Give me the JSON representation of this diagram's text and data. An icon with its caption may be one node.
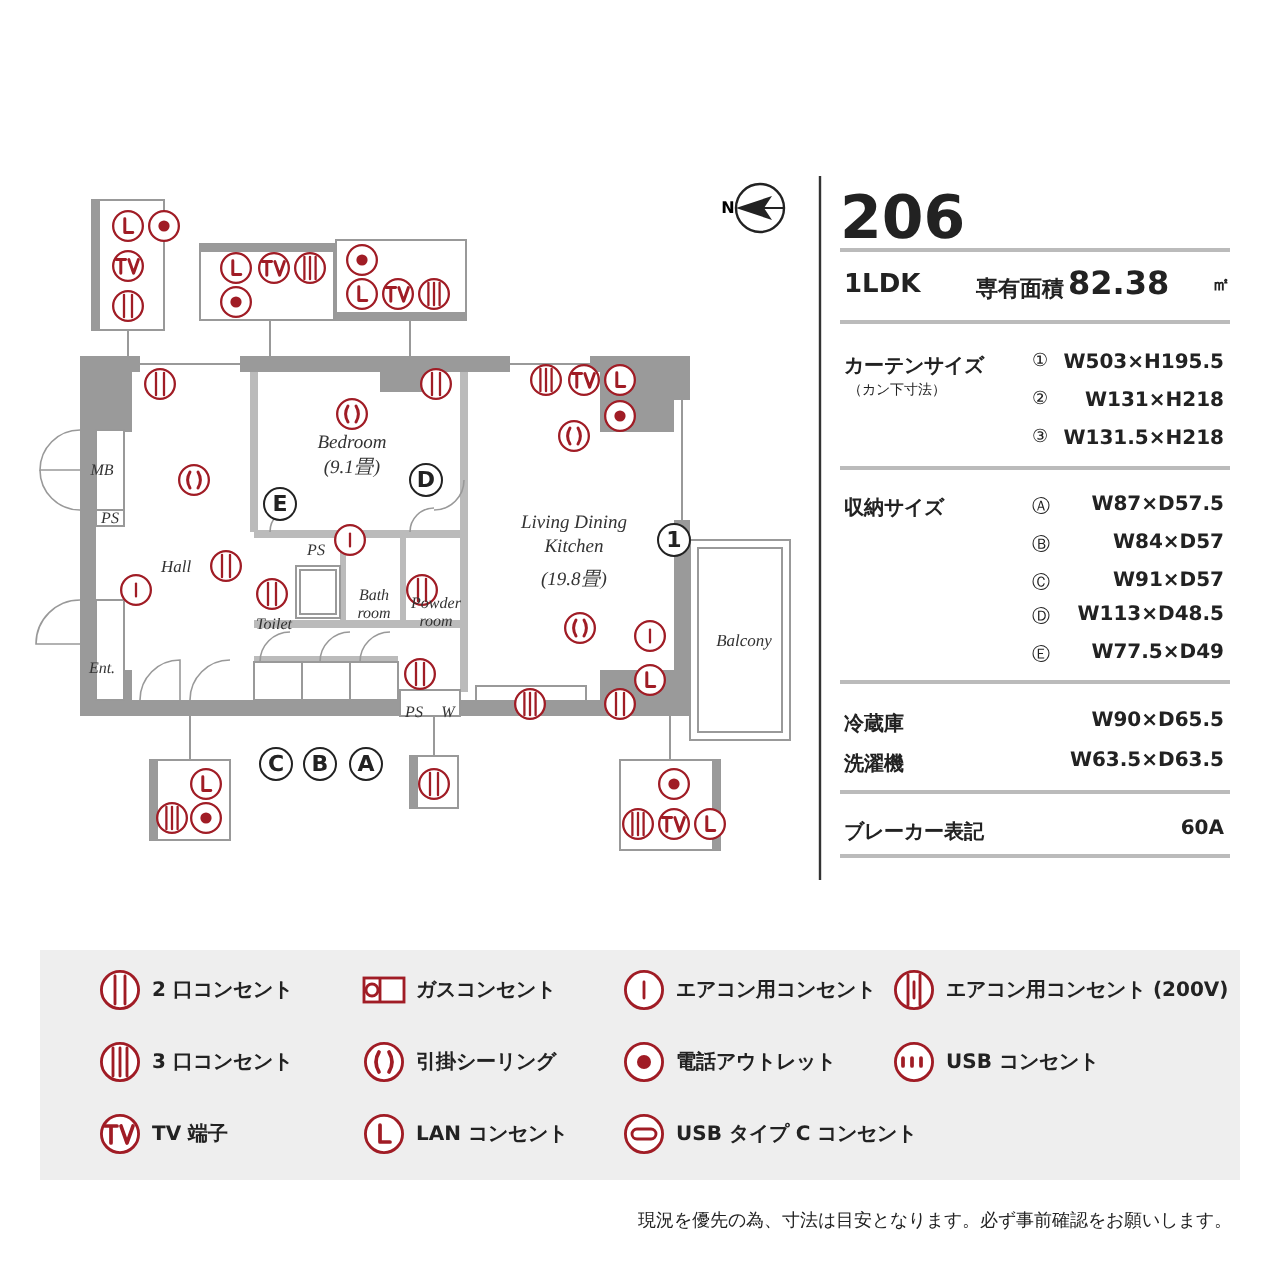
{
  "diagram": {
    "labels": [
      "N",
      "MB",
      "PS",
      "Hall",
      "Bedroom",
      "(9.1畳)",
      "E",
      "D",
      "PS",
      "Toilet",
      "Bath room",
      "Powder room",
      "Living Dining Kitchen",
      "(19.8畳)",
      "1",
      "Ent.",
      "Balcony",
      "PS",
      "W",
      "C",
      "B",
      "A",
      "206",
      "1LDK",
      "専有面積",
      "82.38",
      "㎡",
      "カーテンサイズ",
      "（カン下寸法）",
      "①",
      "W503×H195.5",
      "②",
      "W131×H218",
      "③",
      "W131.5×H218",
      "収納サイズ",
      "Ⓐ",
      "W87×D57.5",
      "Ⓑ",
      "W84×D57",
      "Ⓒ",
      "W91×D57",
      "Ⓓ",
      "W113×D48.5",
      "Ⓔ",
      "W77.5×D49",
      "冷蔵庫",
      "W90×D65.5",
      "洗濯機",
      "W63.5×D63.5",
      "ブレーカー表記",
      "60A",
      "現況を優先の為、寸法は目安となります。必ず事前確認をお願いします。"
    ],
    "legend": [
      {
        "text": "2 口コンセント"
      },
      {
        "text": "ガスコンセント"
      },
      {
        "text": "エアコン用コンセント"
      },
      {
        "text": "エアコン用コンセント (200V)"
      },
      {
        "text": "3 口コンセント"
      },
      {
        "text": "引掛シーリング"
      },
      {
        "text": "電話アウトレット"
      },
      {
        "text": "USB コンセント"
      },
      {
        "text": "TV 端子"
      },
      {
        "text": "LAN コンセント"
      },
      {
        "text": "USB タイプ C コンセント"
      }
    ]
  }
}
